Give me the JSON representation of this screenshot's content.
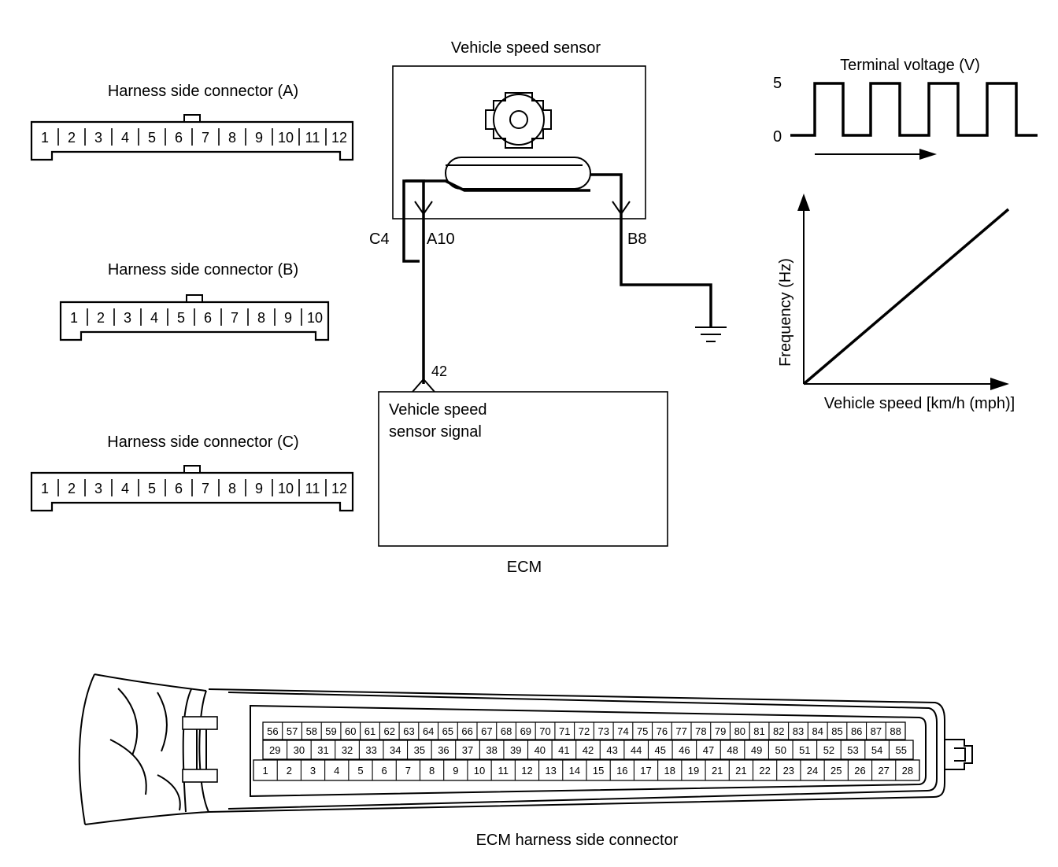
{
  "connectors": {
    "a": {
      "title": "Harness side connector (A)",
      "pins": [
        "1",
        "2",
        "3",
        "4",
        "5",
        "6",
        "7",
        "8",
        "9",
        "10",
        "11",
        "12"
      ]
    },
    "b": {
      "title": "Harness side connector (B)",
      "pins": [
        "1",
        "2",
        "3",
        "4",
        "5",
        "6",
        "7",
        "8",
        "9",
        "10"
      ]
    },
    "c": {
      "title": "Harness side connector (C)",
      "pins": [
        "1",
        "2",
        "3",
        "4",
        "5",
        "6",
        "7",
        "8",
        "9",
        "10",
        "11",
        "12"
      ]
    }
  },
  "circuit": {
    "sensor_title": "Vehicle speed sensor",
    "terminal_c4": "C4",
    "terminal_a10": "A10",
    "terminal_b8": "B8",
    "terminal_42": "42",
    "ecm_signal_line1": "Vehicle speed",
    "ecm_signal_line2": "sensor signal",
    "ecm_label": "ECM"
  },
  "waveform": {
    "title": "Terminal voltage (V)",
    "y_high": "5",
    "y_low": "0"
  },
  "chart_data": {
    "type": "line",
    "xlabel": "Vehicle speed [km/h (mph)]",
    "ylabel": "Frequency (Hz)",
    "series": [
      {
        "x": [
          0,
          1
        ],
        "y": [
          0,
          1
        ]
      }
    ],
    "grid": false
  },
  "ecm_connector": {
    "title": "ECM harness side connector",
    "row_top": [
      "56",
      "57",
      "58",
      "59",
      "60",
      "61",
      "62",
      "63",
      "64",
      "65",
      "66",
      "67",
      "68",
      "69",
      "70",
      "71",
      "72",
      "73",
      "74",
      "75",
      "76",
      "77",
      "78",
      "79",
      "80",
      "81",
      "82",
      "83",
      "84",
      "85",
      "86",
      "87",
      "88"
    ],
    "row_middle": [
      "29",
      "30",
      "31",
      "32",
      "33",
      "34",
      "35",
      "36",
      "37",
      "38",
      "39",
      "40",
      "41",
      "42",
      "43",
      "44",
      "45",
      "46",
      "47",
      "48",
      "49",
      "50",
      "51",
      "52",
      "53",
      "54",
      "55"
    ],
    "row_bottom": [
      "1",
      "2",
      "3",
      "4",
      "5",
      "6",
      "7",
      "8",
      "9",
      "10",
      "11",
      "12",
      "13",
      "14",
      "15",
      "16",
      "17",
      "18",
      "19",
      "21",
      "21",
      "22",
      "23",
      "24",
      "25",
      "26",
      "27",
      "28"
    ]
  }
}
